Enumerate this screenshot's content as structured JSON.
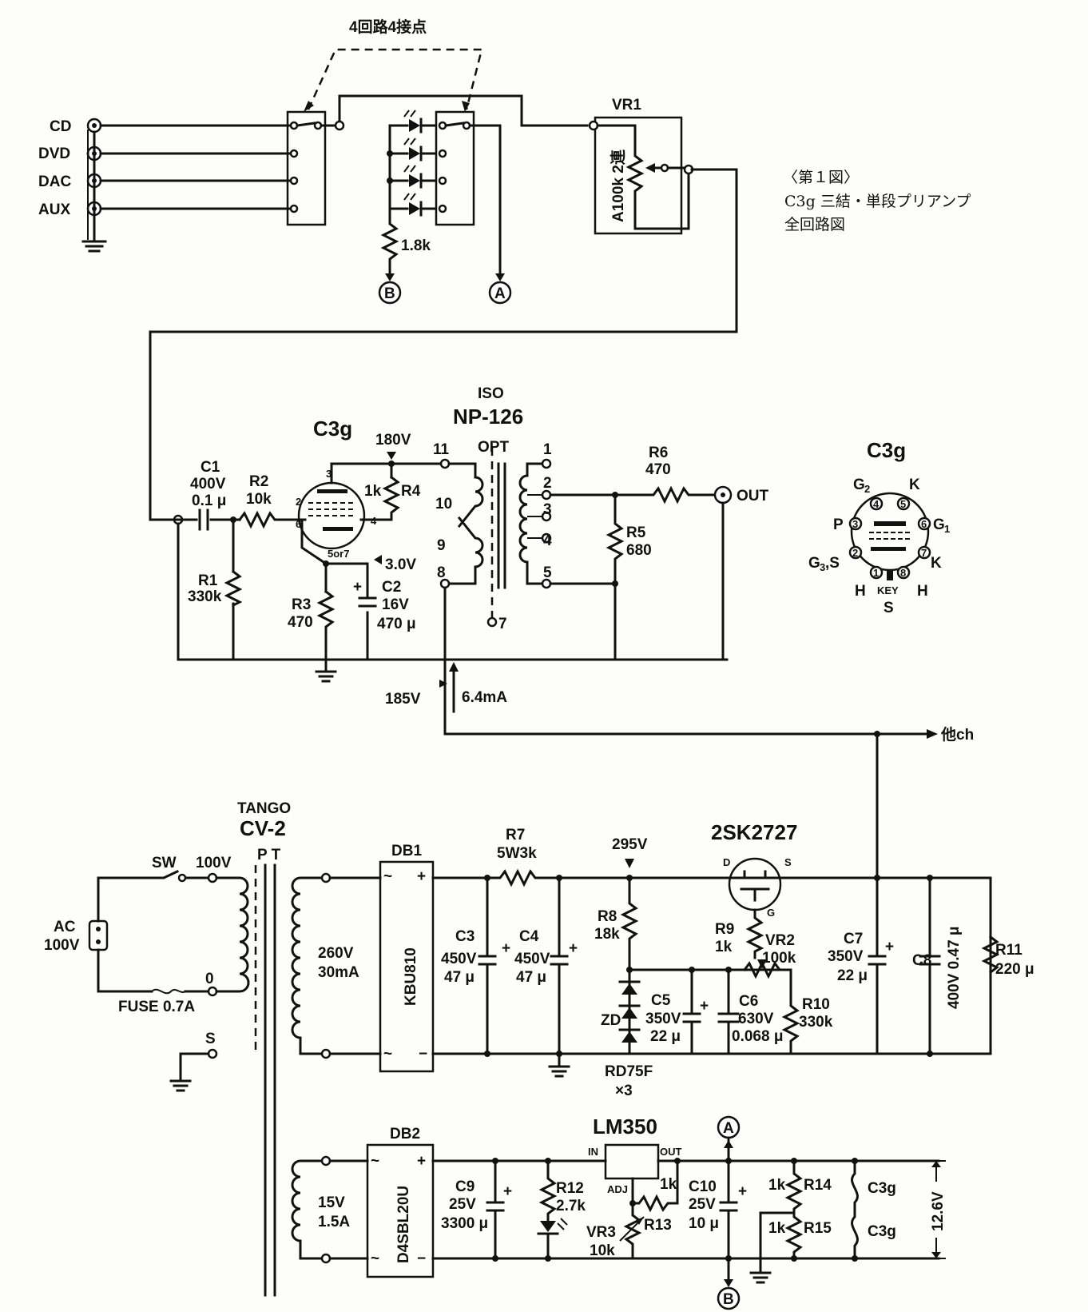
{
  "figure": {
    "caption_number": "〈第１図〉",
    "caption_title": "C3g 三結・単段プリアンプ",
    "caption_sub": "全回路図"
  },
  "inputs": [
    "CD",
    "DVD",
    "DAC",
    "AUX"
  ],
  "selector_label": "4回路4接点",
  "led_resistor": "1.8k",
  "node_a": "A",
  "node_b": "B",
  "volume": {
    "ref": "VR1",
    "value": "A100k 2連"
  },
  "tube": {
    "name": "C3g",
    "pins": {
      "p": "3",
      "g": "2",
      "k": "6",
      "k2": "4",
      "fil": "5or7"
    },
    "plate_voltage": "180V",
    "cathode_voltage": "3.0V"
  },
  "parts": {
    "c1": {
      "ref": "C1",
      "v": "400V",
      "c": "0.1 μ"
    },
    "r2": {
      "ref": "R2",
      "v": "10k"
    },
    "r1": {
      "ref": "R1",
      "v": "330k"
    },
    "r4": {
      "ref": "R4",
      "v": "1k"
    },
    "r3": {
      "ref": "R3",
      "v": "470"
    },
    "c2": {
      "ref": "C2",
      "v": "16V",
      "c": "470 μ"
    },
    "r6": {
      "ref": "R6",
      "v": "470"
    },
    "r5": {
      "ref": "R5",
      "v": "680"
    },
    "r7": {
      "ref": "R7",
      "v": "5W3k"
    },
    "r8": {
      "ref": "R8",
      "v": "18k"
    },
    "r9": {
      "ref": "R9",
      "v": "1k"
    },
    "vr2": {
      "ref": "VR2",
      "v": "100k"
    },
    "r10": {
      "ref": "R10",
      "v": "330k"
    },
    "r11": {
      "ref": "R11",
      "v": "220 μ"
    },
    "c3": {
      "ref": "C3",
      "v": "450V",
      "c": "47 μ"
    },
    "c4": {
      "ref": "C4",
      "v": "450V",
      "c": "47 μ"
    },
    "c5": {
      "ref": "C5",
      "v": "350V",
      "c": "22 μ"
    },
    "c6": {
      "ref": "C6",
      "v": "630V",
      "c": "0.068 μ"
    },
    "c7": {
      "ref": "C7",
      "v": "350V",
      "c": "22 μ"
    },
    "c8": {
      "ref": "C8",
      "v": "400V 0.47 μ"
    },
    "c9": {
      "ref": "C9",
      "v": "25V",
      "c": "3300 μ"
    },
    "c10": {
      "ref": "C10",
      "v": "25V",
      "c": "10 μ"
    },
    "r12": {
      "ref": "R12",
      "v": "2.7k"
    },
    "r13": {
      "ref": "R13",
      "v": "1k"
    },
    "vr3": {
      "ref": "VR3",
      "v": "10k"
    },
    "r14": {
      "ref": "R14",
      "v": "1k"
    },
    "r15": {
      "ref": "R15",
      "v": "1k"
    },
    "zd": {
      "ref": "ZD",
      "type": "RD75F",
      "qty": "×3"
    },
    "db1": {
      "ref": "DB1",
      "type": "KBU810"
    },
    "db2": {
      "ref": "DB2",
      "type": "D4SBL20U"
    },
    "fet": {
      "type": "2SK2727",
      "d": "D",
      "s": "S",
      "g": "G"
    },
    "reg": {
      "type": "LM350",
      "in": "IN",
      "out": "OUT",
      "adj": "ADJ"
    }
  },
  "opt": {
    "brand": "ISO",
    "model": "NP-126",
    "label": "OPT",
    "pri": [
      "11",
      "10",
      "9",
      "8"
    ],
    "sec": [
      "1",
      "2",
      "3",
      "4",
      "5"
    ],
    "shield": "7"
  },
  "output_label": "OUT",
  "supply": {
    "b_voltage": "185V",
    "current": "6.4mA",
    "other_ch": "他ch",
    "reg_voltage": "295V"
  },
  "power": {
    "brand": "TANGO",
    "model": "CV-2",
    "pt": "P T",
    "ac": "AC",
    "ac_v": "100V",
    "sw": "SW",
    "tap_100": "100V",
    "tap_0": "0",
    "tap_s": "S",
    "fuse": "FUSE 0.7A",
    "hv": "260V",
    "hv_i": "30mA",
    "lv": "15V",
    "lv_i": "1.5A",
    "heater": "C3g",
    "heater_v": "12.6V"
  },
  "pinout": {
    "title": "C3g",
    "labels": {
      "g2": "G",
      "g2_sub": "2",
      "k": "K",
      "p": "P",
      "g1": "G",
      "g1_sub": "1",
      "g3": "G",
      "g3_sub": "3",
      "g3_tail": ",S",
      "k2": "K",
      "h1": "H",
      "key": "KEY",
      "h2": "H",
      "s": "S"
    },
    "pin_numbers": [
      "1",
      "2",
      "3",
      "4",
      "5",
      "6",
      "7",
      "8"
    ]
  }
}
